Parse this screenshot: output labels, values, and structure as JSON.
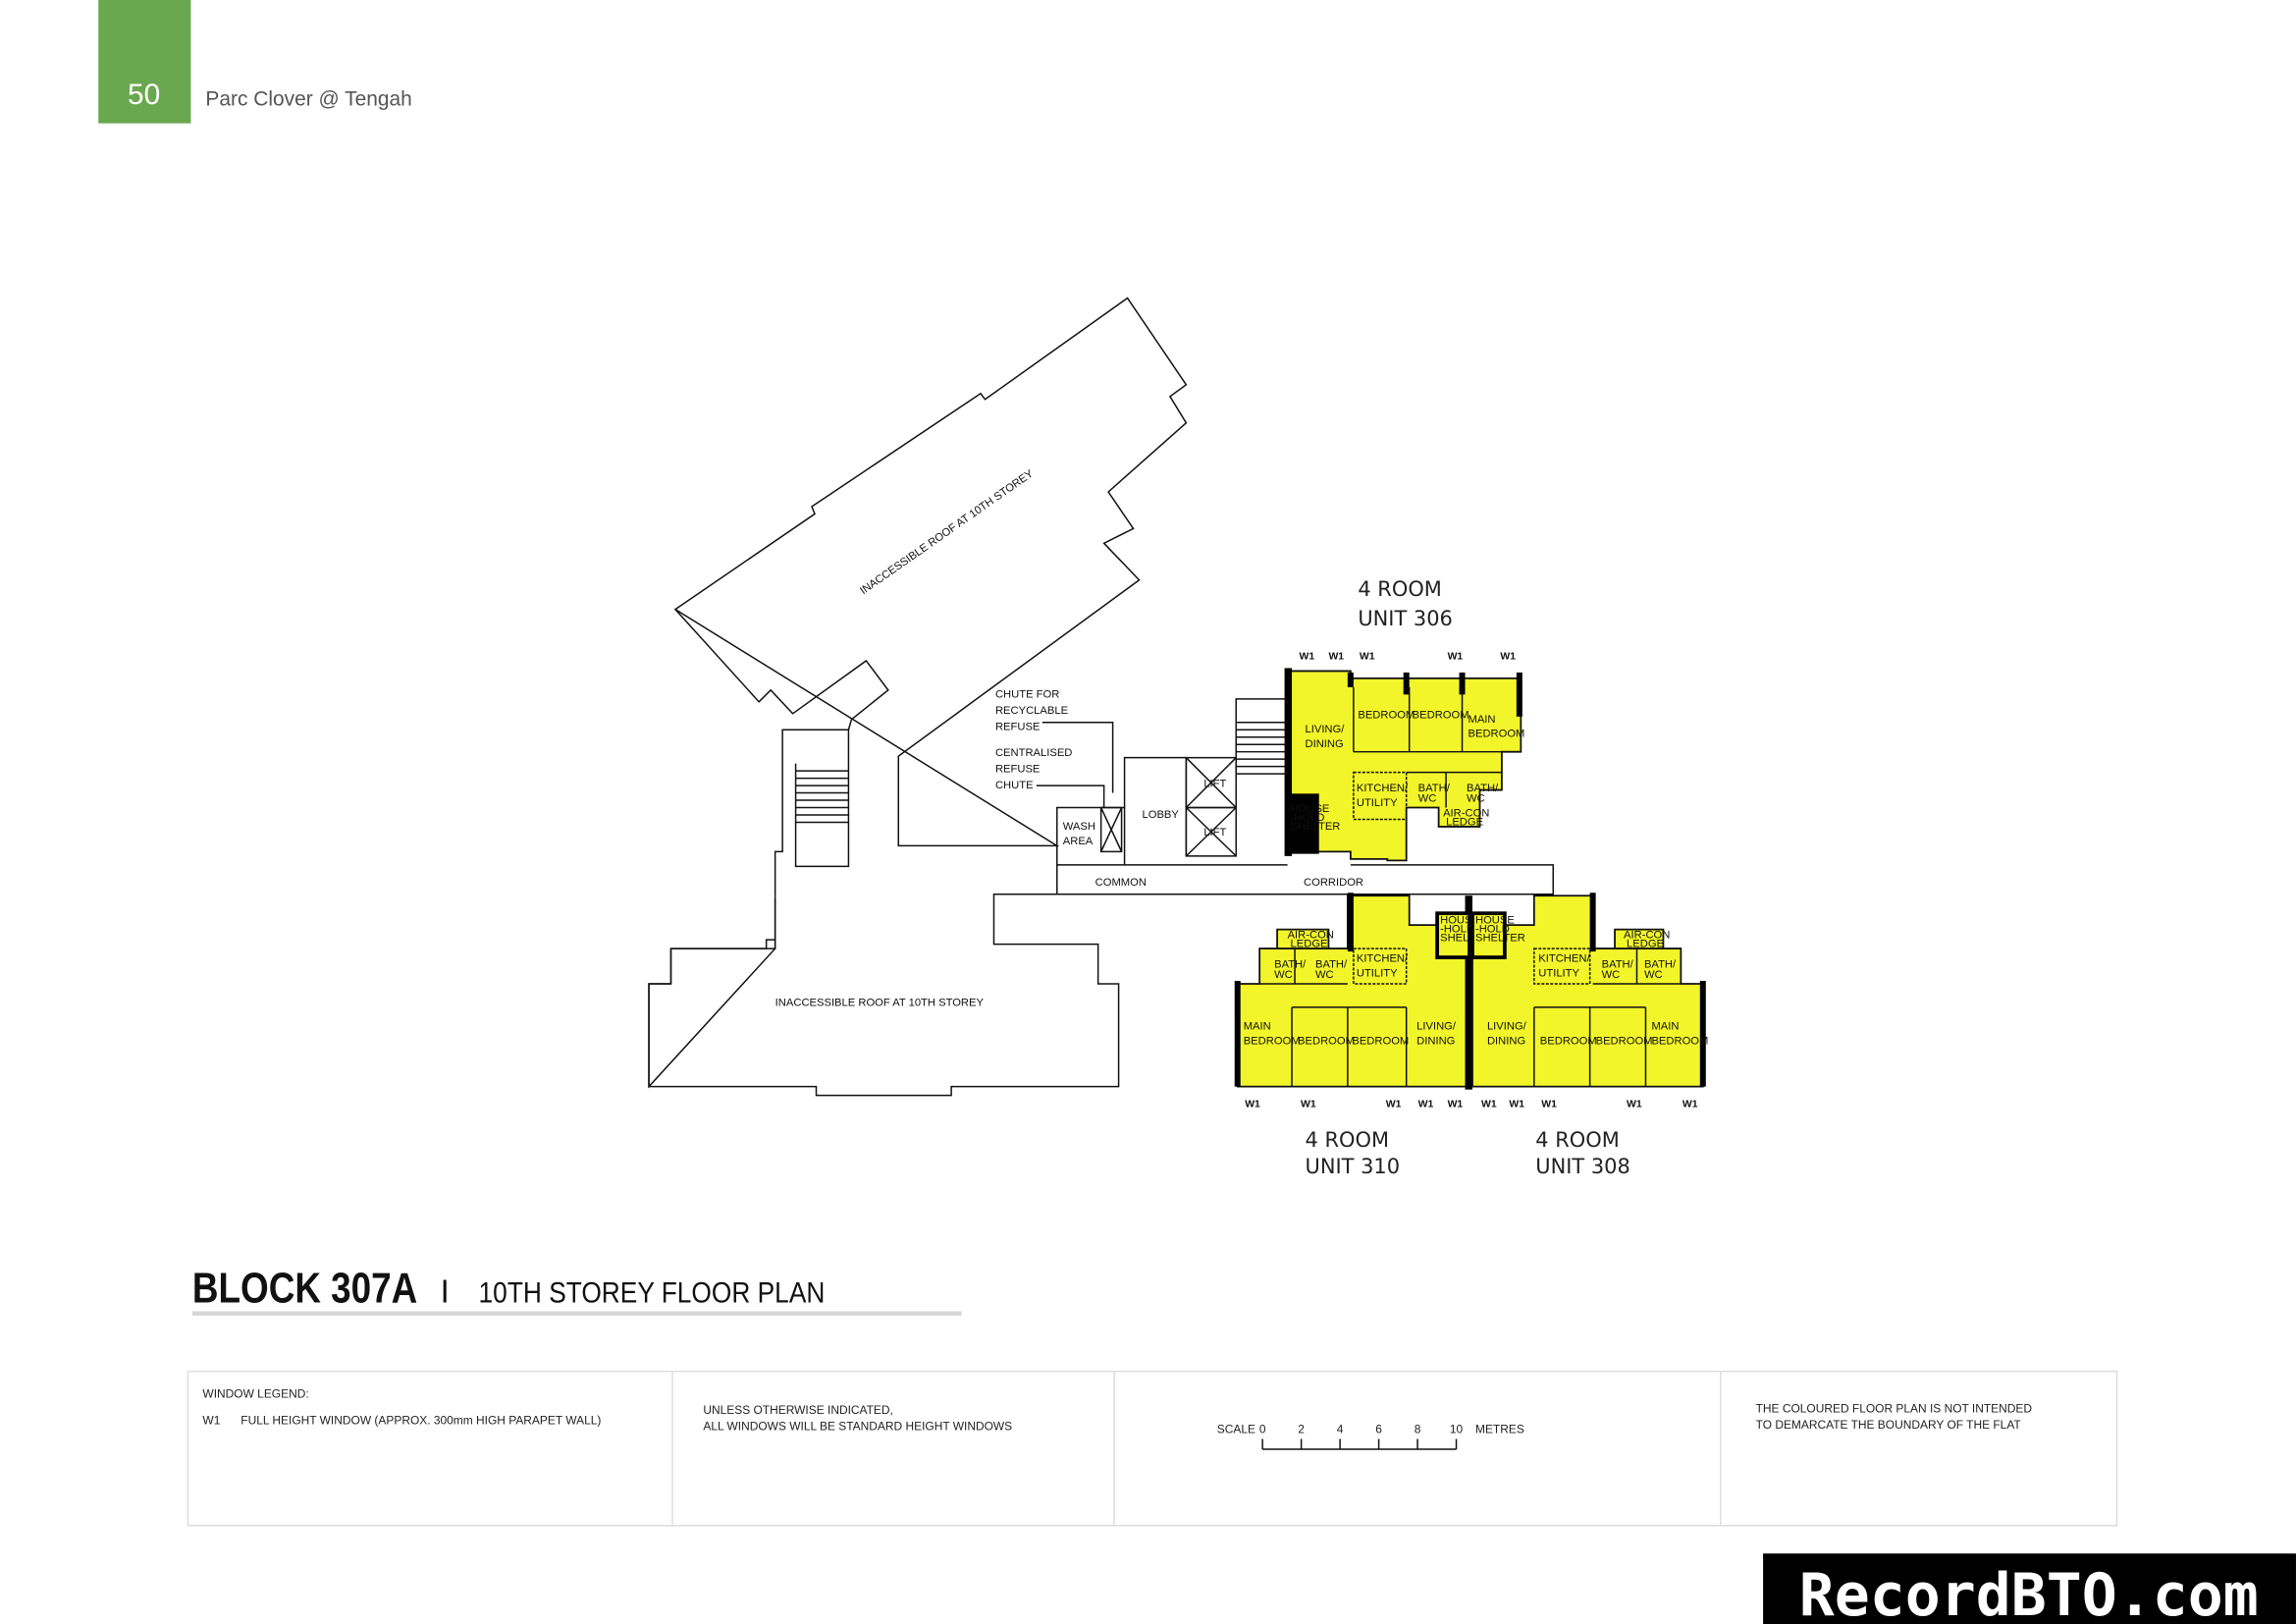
{
  "header": {
    "page_number": "50",
    "project_title": "Parc Clover @ Tengah",
    "accent_color": "#6aa84f"
  },
  "plan": {
    "roof_upper": "INACCESSIBLE ROOF AT 10TH STOREY",
    "roof_lower": "INACCESSIBLE ROOF AT 10TH STOREY",
    "chute_recyclable": [
      "CHUTE FOR",
      "RECYCLABLE",
      "REFUSE"
    ],
    "chute_centralised": [
      "CENTRALISED",
      "REFUSE",
      "CHUTE"
    ],
    "wash_area": [
      "WASH",
      "AREA"
    ],
    "lobby": "LOBBY",
    "lift": "LIFT",
    "common": "COMMON",
    "corridor": "CORRIDOR",
    "window_tag": "W1",
    "unit_fill_color": "#f2f52a",
    "units": [
      {
        "type": "4 ROOM",
        "unit": "UNIT 306"
      },
      {
        "type": "4 ROOM",
        "unit": "UNIT 310"
      },
      {
        "type": "4 ROOM",
        "unit": "UNIT 308"
      }
    ],
    "rooms": {
      "living": [
        "LIVING/",
        "DINING"
      ],
      "bedroom": "BEDROOM",
      "main_bedroom": [
        "MAIN",
        "BEDROOM"
      ],
      "kitchen": [
        "KITCHEN/",
        "UTILITY"
      ],
      "bath": [
        "BATH/",
        "WC"
      ],
      "aircon": [
        "AIR-CON",
        "LEDGE"
      ],
      "shelter": [
        "HOUSE",
        "-HOLD",
        "SHELTER"
      ]
    }
  },
  "title": {
    "block": "BLOCK 307A",
    "separator": "I",
    "subtitle": "10TH  STOREY FLOOR PLAN"
  },
  "legend": {
    "heading": "WINDOW LEGEND:",
    "code": "W1",
    "description": "FULL HEIGHT WINDOW (APPROX. 300mm HIGH PARAPET WALL)",
    "note": [
      "UNLESS OTHERWISE INDICATED,",
      "ALL WINDOWS WILL BE STANDARD HEIGHT WINDOWS"
    ],
    "scale_label": "SCALE",
    "scale_ticks": [
      "0",
      "2",
      "4",
      "6",
      "8",
      "10"
    ],
    "scale_unit": "METRES",
    "disclaimer": [
      "THE COLOURED FLOOR PLAN IS NOT INTENDED",
      "TO DEMARCATE THE BOUNDARY OF THE FLAT"
    ]
  },
  "watermark": "RecordBTO.com"
}
